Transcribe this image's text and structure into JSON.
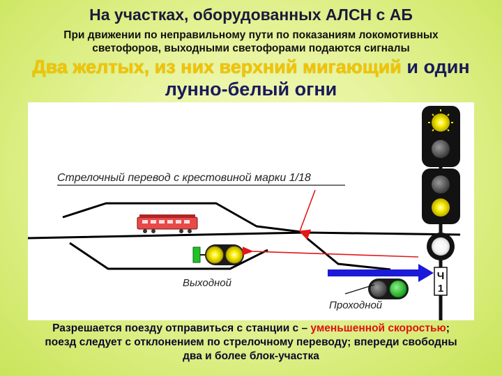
{
  "title": "На участках, оборудованных АЛСН с АБ",
  "subtitle_line1": "При движении по неправильному пути по показаниям локомотивных",
  "subtitle_line2": "светофоров, выходными светофорами подаются сигналы",
  "headline": {
    "part_yellow": "Два желтых, из них верхний мигающий",
    "part_normal_1": " и один",
    "line2": "лунно-белый огни"
  },
  "diagram": {
    "switch_label": "Стрелочный перевод с крестовиной марки 1/18",
    "exit_signal_label": "Выходной",
    "block_signal_label": "Проходной",
    "signal_plate_line1": "Ч",
    "signal_plate_line2": "1"
  },
  "bottom": {
    "part1": "Разрешается поезду отправиться с  станции с – ",
    "accent": "уменьшенной скоростью",
    "part2": ";",
    "line2": "поезд следует с отклонением по стрелочному переводу; впереди свободны",
    "line3": "два и более блок-участка"
  },
  "colors": {
    "yellow_light": "#f4e500",
    "green_light": "#22c02a",
    "red_arrow": "#e01818",
    "blue_arrow": "#1a1ad8",
    "lunar_white": "#ffffff"
  }
}
